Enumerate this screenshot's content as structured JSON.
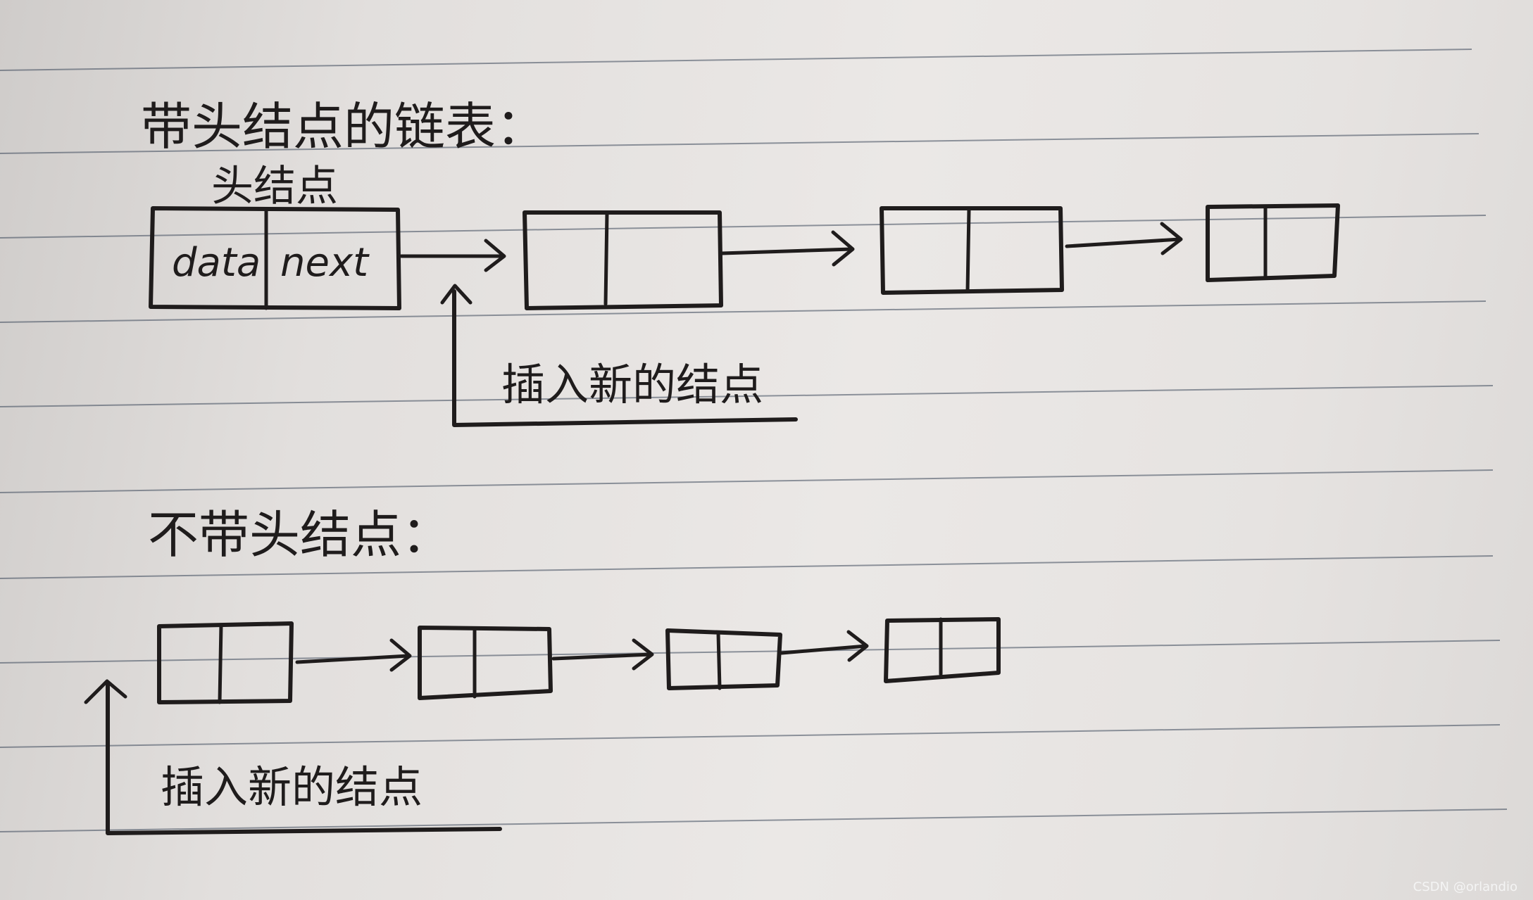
{
  "paper": {
    "color": "#e9e6e4",
    "rule_color": "#3e4a5c",
    "ink_color": "#1f1c1c"
  },
  "section_with_head": {
    "title": "带头结点的链表：",
    "head_node_label": "头结点",
    "head_fields": {
      "data": "data",
      "next": "next"
    },
    "node_count": 4,
    "insert_label": "插入新的结点"
  },
  "section_without_head": {
    "title": "不带头结点：",
    "node_count": 4,
    "insert_label": "插入新的结点"
  },
  "watermark": "CSDN @orlandio"
}
